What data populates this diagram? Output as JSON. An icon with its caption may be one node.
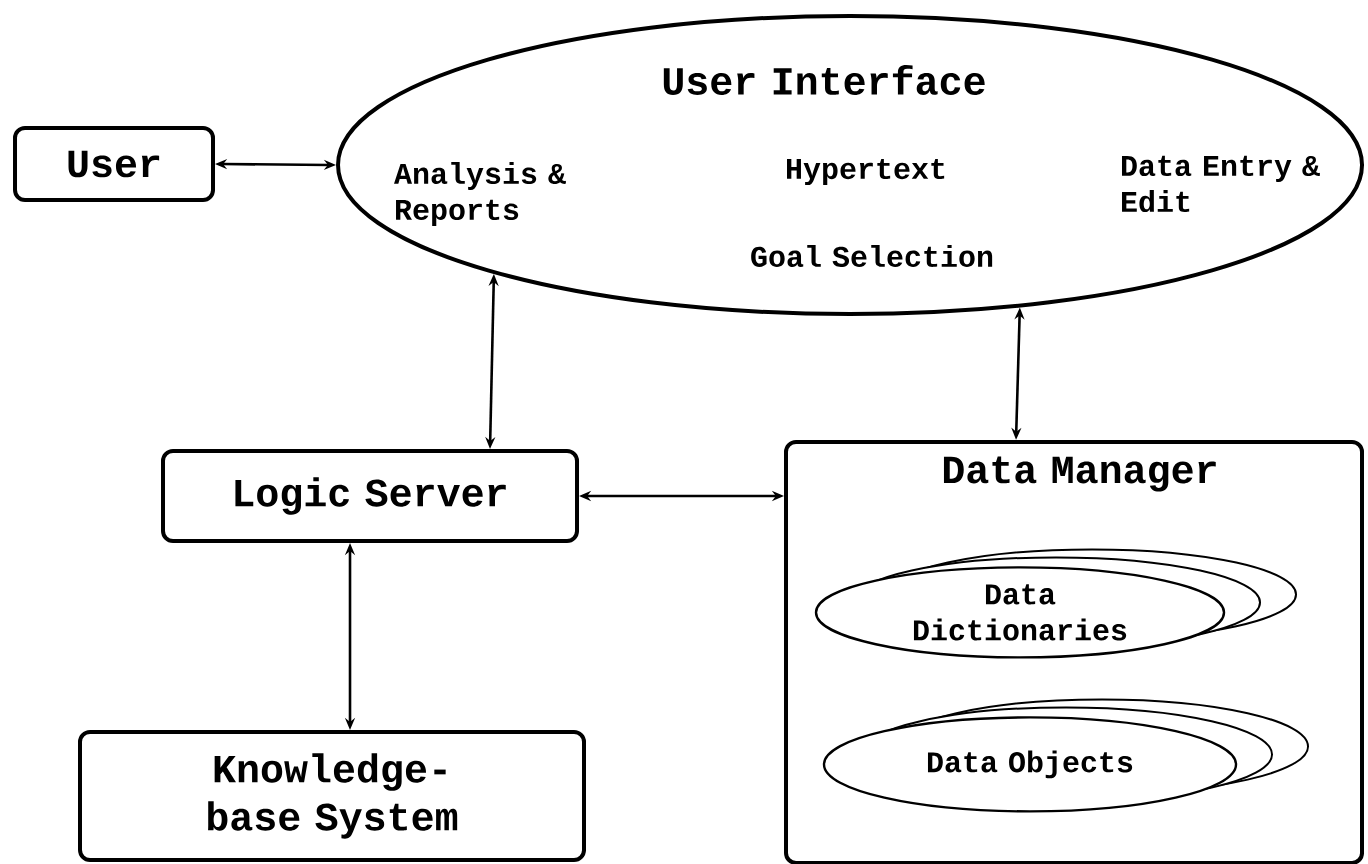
{
  "diagram": {
    "nodes": [
      {
        "text": [
          "User"
        ]
      },
      {
        "text": [
          "User Interface",
          "Analysis & Reports",
          "Hypertext",
          "Data Entry & Edit",
          "Goal Selection"
        ]
      },
      {
        "text": [
          "Logic Server"
        ]
      },
      {
        "text": [
          "Data Manager"
        ]
      },
      {
        "text": [
          "Data Dictionaries"
        ],
        "in": 3
      },
      {
        "text": [
          "Data Objects"
        ],
        "in": 3
      },
      {
        "text": [
          "Knowledge-base System"
        ]
      }
    ],
    "edges": [
      {
        "from": 0,
        "to": 1,
        "arrow": "both"
      },
      {
        "from": 1,
        "to": 2,
        "arrow": "both"
      },
      {
        "from": 1,
        "to": 3,
        "arrow": "both"
      },
      {
        "from": 2,
        "to": 3,
        "arrow": "both"
      },
      {
        "from": 2,
        "to": 6,
        "arrow": "both"
      }
    ]
  }
}
